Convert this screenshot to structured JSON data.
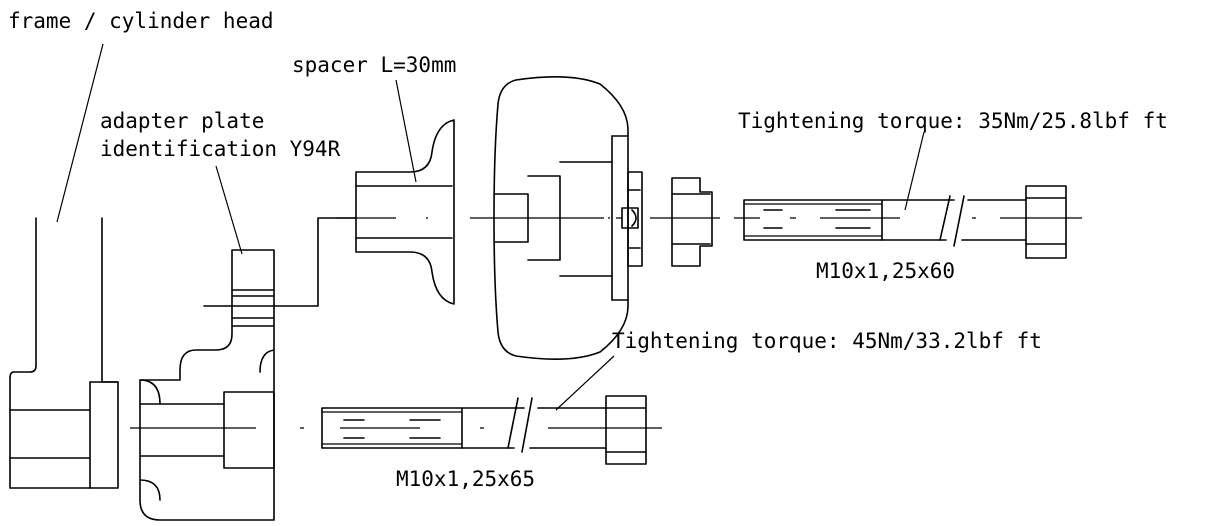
{
  "labels": {
    "frame": "frame / cylinder head",
    "spacer": "spacer L=30mm",
    "adapter_line1": "adapter plate",
    "adapter_line2": "identification Y94R",
    "torque_upper": "Tightening torque: 35Nm/25.8lbf ft",
    "bolt_upper": "M10x1,25x60",
    "torque_lower": "Tightening torque: 45Nm/33.2lbf ft",
    "bolt_lower": "M10x1,25x65"
  },
  "colors": {
    "line": "#000000",
    "background": "#ffffff"
  }
}
